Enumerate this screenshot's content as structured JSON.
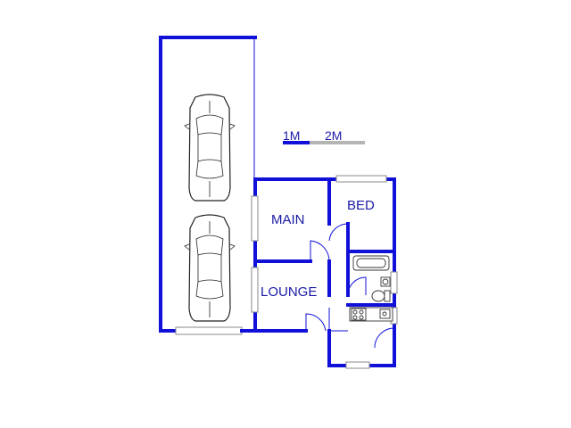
{
  "scale_bar": {
    "label_1": "1M",
    "label_2": "2M"
  },
  "rooms": {
    "main": "MAIN",
    "bed": "BED",
    "lounge": "LOUNGE"
  },
  "colors": {
    "wall": "#1010d8",
    "label": "#1a1aa6",
    "window": "#8a8a8a",
    "scale_gray": "#b4b4b4"
  }
}
